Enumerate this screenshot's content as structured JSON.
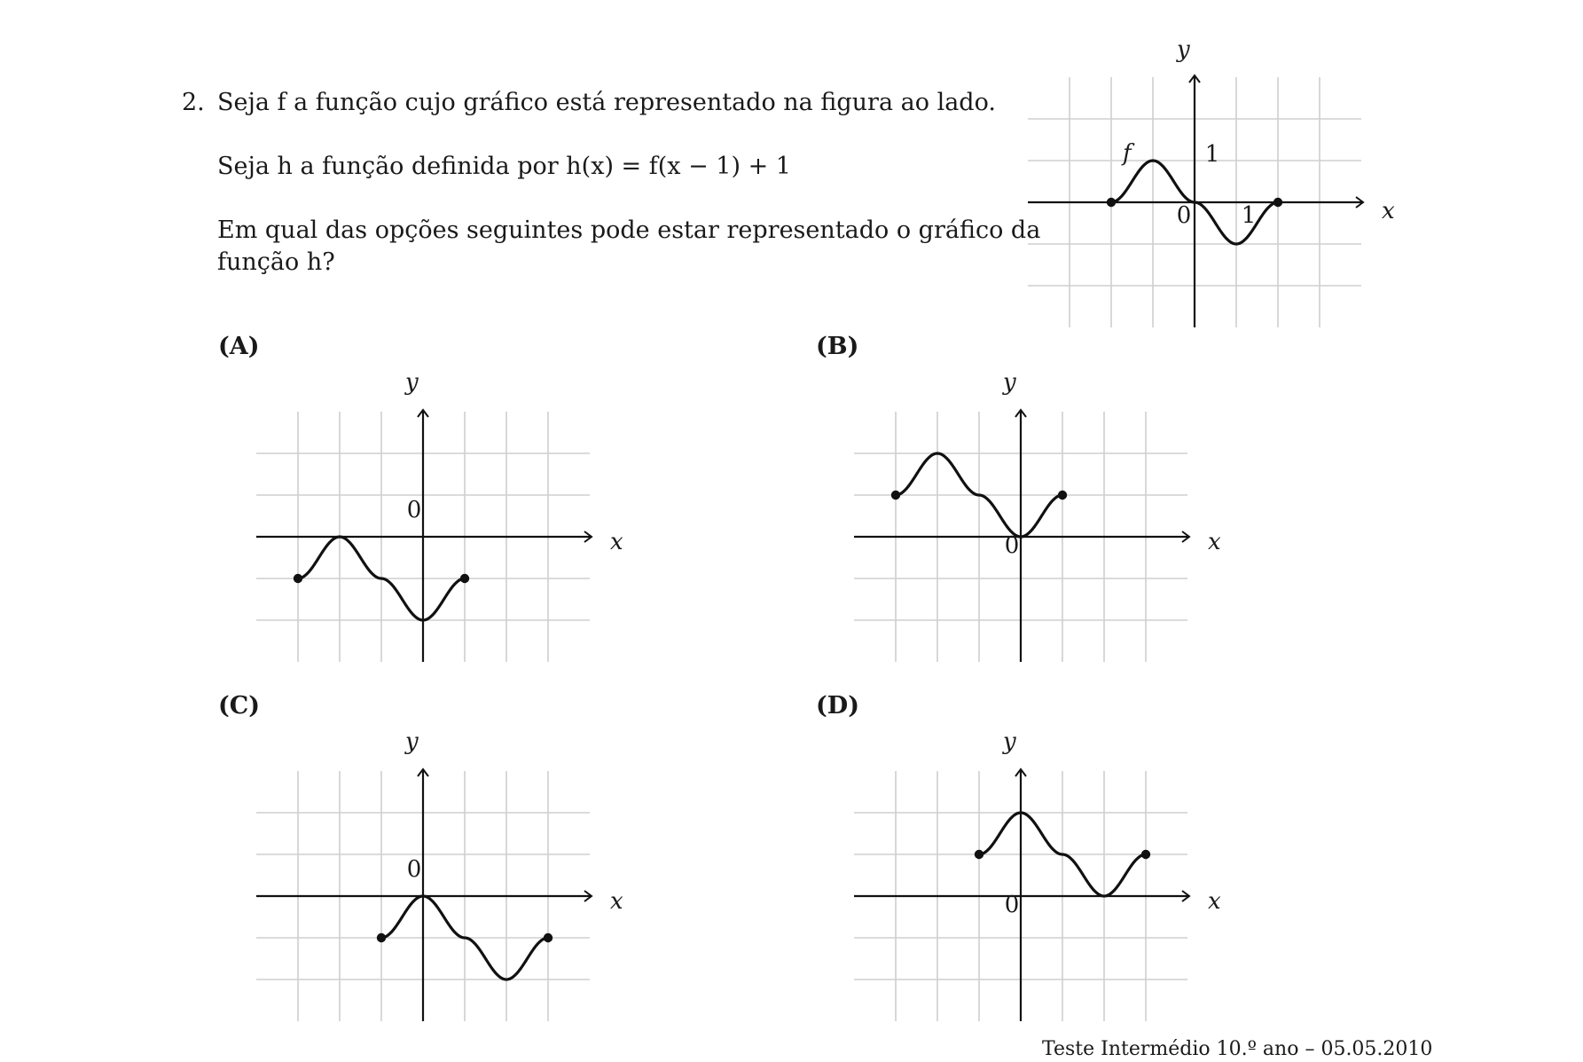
{
  "question": {
    "number": "2.",
    "line1": "Seja f a função cujo gráfico está representado na figura ao lado.",
    "line2": "Seja h a função definida por h(x) = f(x − 1) + 1",
    "line3": "Em qual das opções seguintes pode estar representado o gráfico da",
    "line4": "função h?"
  },
  "main_graph": {
    "function_label": "f",
    "axis_x": "x",
    "axis_y": "y",
    "origin_label": "0",
    "tick_x": "1",
    "tick_y": "1"
  },
  "options": [
    {
      "label": "(A)",
      "axis_x": "x",
      "axis_y": "y",
      "origin_label": "0"
    },
    {
      "label": "(B)",
      "axis_x": "x",
      "axis_y": "y",
      "origin_label": "0"
    },
    {
      "label": "(C)",
      "axis_x": "x",
      "axis_y": "y",
      "origin_label": "0"
    },
    {
      "label": "(D)",
      "axis_x": "x",
      "axis_y": "y",
      "origin_label": "0"
    }
  ],
  "footer": "Teste Intermédio 10.º ano – 05.05.2010",
  "chart_data": [
    {
      "type": "line",
      "panel": "main",
      "xlim": [
        -4,
        4
      ],
      "ylim": [
        -3,
        3
      ],
      "grid": true,
      "endpoints": [
        [
          -2,
          0
        ],
        [
          2,
          0
        ]
      ],
      "x": [
        -2,
        -1,
        0,
        1,
        2
      ],
      "y": [
        0,
        1,
        0,
        -1,
        0
      ],
      "label": "f"
    },
    {
      "type": "line",
      "panel": "A",
      "xlim": [
        -4,
        4
      ],
      "ylim": [
        -3,
        3
      ],
      "grid": true,
      "endpoints": [
        [
          -3,
          -1
        ],
        [
          1,
          -1
        ]
      ],
      "x": [
        -3,
        -2,
        -1,
        0,
        1
      ],
      "y": [
        -1,
        0,
        -1,
        -2,
        -1
      ]
    },
    {
      "type": "line",
      "panel": "B",
      "xlim": [
        -4,
        4
      ],
      "ylim": [
        -3,
        3
      ],
      "grid": true,
      "endpoints": [
        [
          -3,
          1
        ],
        [
          1,
          1
        ]
      ],
      "x": [
        -3,
        -2,
        -1,
        0,
        1
      ],
      "y": [
        1,
        2,
        1,
        0,
        1
      ]
    },
    {
      "type": "line",
      "panel": "C",
      "xlim": [
        -4,
        4
      ],
      "ylim": [
        -3,
        3
      ],
      "grid": true,
      "endpoints": [
        [
          -1,
          -1
        ],
        [
          3,
          -1
        ]
      ],
      "x": [
        -1,
        0,
        1,
        2,
        3
      ],
      "y": [
        -1,
        0,
        -1,
        -2,
        -1
      ]
    },
    {
      "type": "line",
      "panel": "D",
      "xlim": [
        -4,
        4
      ],
      "ylim": [
        -3,
        3
      ],
      "grid": true,
      "endpoints": [
        [
          -1,
          1
        ],
        [
          3,
          1
        ]
      ],
      "x": [
        -1,
        0,
        1,
        2,
        3
      ],
      "y": [
        1,
        2,
        1,
        0,
        1
      ]
    }
  ]
}
